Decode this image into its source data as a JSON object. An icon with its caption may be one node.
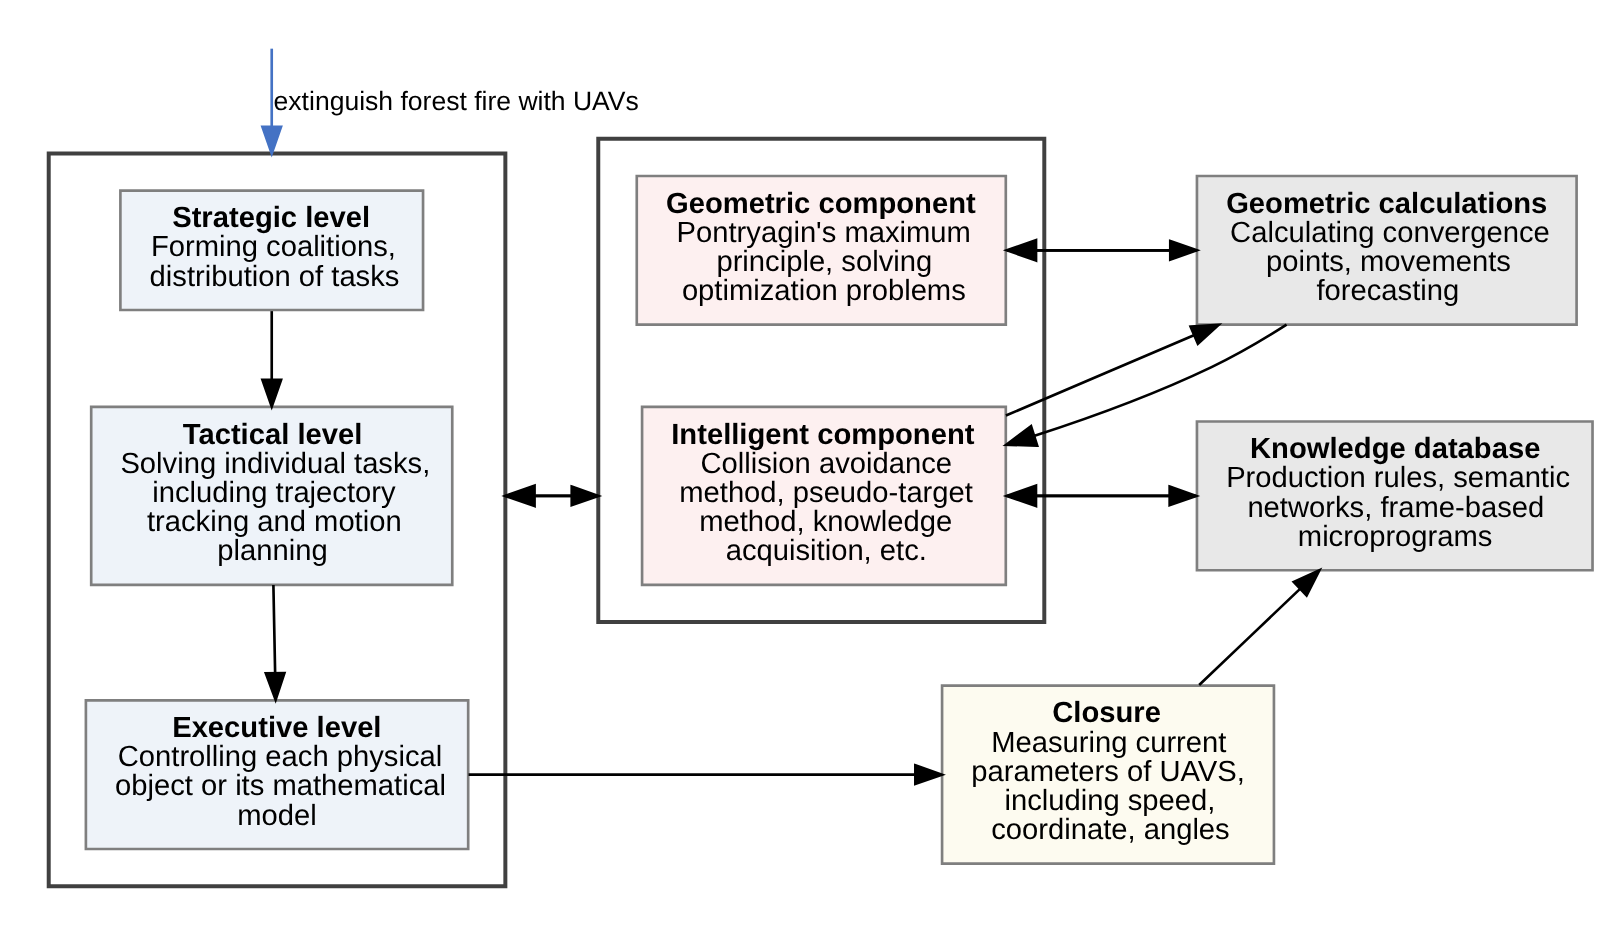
{
  "diagram": {
    "nodes": [
      {
        "text": [],
        "shape": "box"
      },
      {
        "text": [
          "Strategic level",
          "Forming coalitions, distribution of tasks"
        ],
        "in": 0
      },
      {
        "text": [
          "Tactical level",
          "Solving individual tasks, including trajectory tracking and motion planning"
        ],
        "in": 0
      },
      {
        "text": [
          "Executive level",
          "Controlling each physical object or its mathematical model"
        ],
        "in": 0
      },
      {
        "text": [],
        "shape": "box"
      },
      {
        "text": [
          "Geometric component",
          "Pontryagin's maximum principle, solving optimization problems"
        ],
        "in": 4
      },
      {
        "text": [
          "Intelligent component",
          "Collision avoidance method, pseudo-target method, knowledge acquisition, etc."
        ],
        "in": 4
      },
      {
        "text": [
          "Geometric calculations",
          "Calculating convergence points, movements forecasting"
        ]
      },
      {
        "text": [
          "Knowledge database",
          "Production rules, semantic networks, frame-based microprograms"
        ]
      },
      {
        "text": [
          "Closure",
          "Measuring current parameters of UAVS, including speed, coordinate, angles"
        ]
      }
    ],
    "edges": [
      {
        "from": null,
        "to": 0,
        "arrow": "to",
        "label": "extinguish forest fire with UAVs",
        "color": "#4472c4"
      },
      {
        "from": 1,
        "to": 2,
        "arrow": "to"
      },
      {
        "from": 2,
        "to": 3,
        "arrow": "to"
      },
      {
        "from": 0,
        "to": 4,
        "arrow": "to"
      },
      {
        "from": 4,
        "to": 0,
        "arrow": "to"
      },
      {
        "from": 5,
        "to": 7,
        "arrow": "to"
      },
      {
        "from": 7,
        "to": 5,
        "arrow": "to"
      },
      {
        "from": 6,
        "to": 7,
        "arrow": "to"
      },
      {
        "from": 7,
        "to": 6,
        "arrow": "to"
      },
      {
        "from": 6,
        "to": 8,
        "arrow": "to"
      },
      {
        "from": 8,
        "to": 6,
        "arrow": "to"
      },
      {
        "from": 3,
        "to": 9,
        "arrow": "to"
      },
      {
        "from": 9,
        "to": 8,
        "arrow": "to"
      }
    ]
  }
}
